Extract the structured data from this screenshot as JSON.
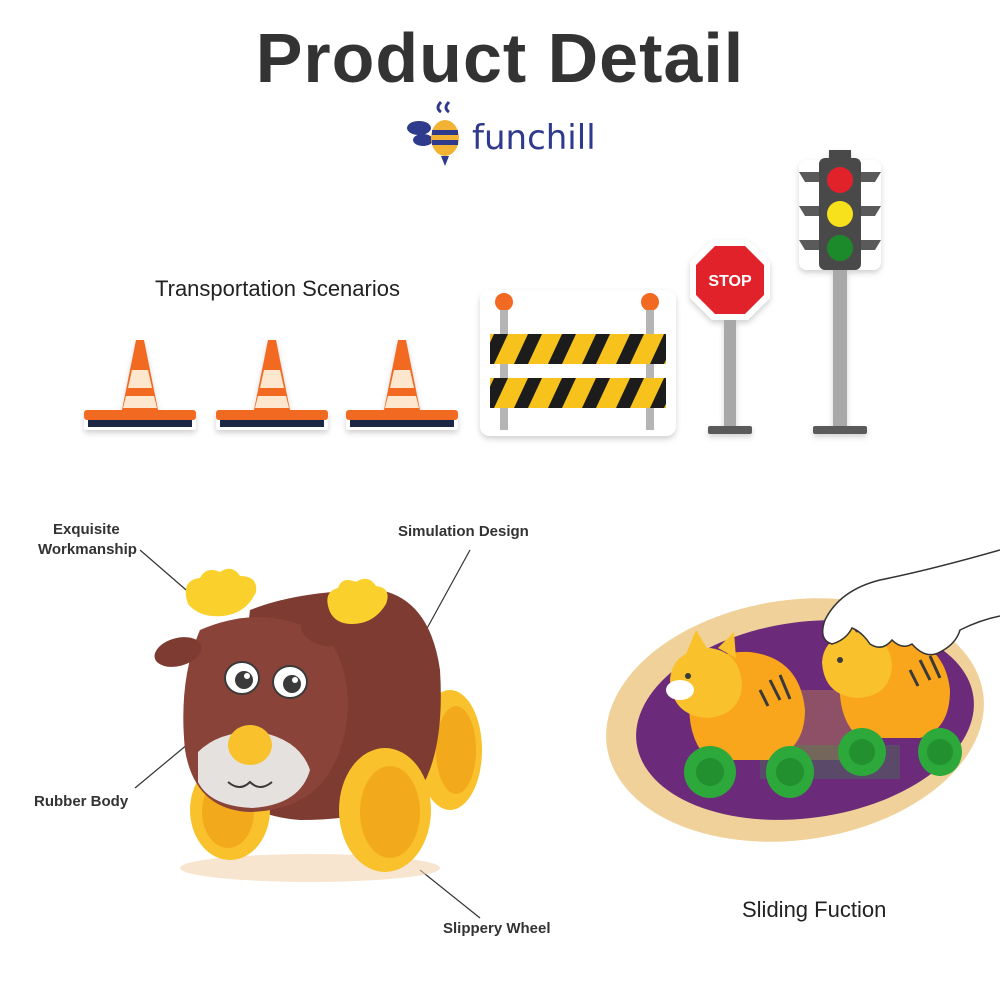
{
  "header": {
    "title": "Product Detail",
    "brand": "funchill"
  },
  "scenarios": {
    "title": "Transportation Scenarios",
    "stop_sign": "STOP"
  },
  "features": {
    "exquisite": "Exquisite",
    "workmanship": "Workmanship",
    "simulation": "Simulation Design",
    "rubber": "Rubber Body",
    "wheel": "Slippery Wheel",
    "sliding": "Sliding Fuction"
  },
  "colors": {
    "title": "#333333",
    "brand": "#2e3a8c",
    "cone": "#f26a21",
    "barrier_yellow": "#f7c21a",
    "toy_brown": "#7e3b32",
    "toy_yellow": "#f9c22c",
    "tiger_wheel": "#2da83a",
    "mat_purple": "#6b2a7a"
  }
}
